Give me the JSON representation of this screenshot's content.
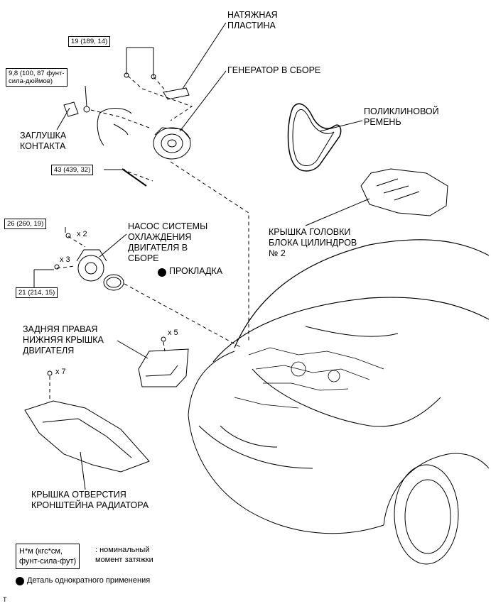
{
  "labels": {
    "tension_plate": "НАТЯЖНАЯ\nПЛАСТИНА",
    "alternator": "ГЕНЕРАТОР В СБОРЕ",
    "contact_plug": "ЗАГЛУШКА\nКОНТАКТА",
    "v_belt": "ПОЛИКЛИНОВОЙ\nРЕМЕНЬ",
    "head_cover": "КРЫШКА ГОЛОВКИ\nБЛОКА ЦИЛИНДРОВ\n№ 2",
    "water_pump": "НАСОС СИСТЕМЫ\nОХЛАЖДЕНИЯ\nДВИГАТЕЛЯ В\nСБОРЕ",
    "gasket": "ПРОКЛАДКА",
    "rear_cover": "ЗАДНЯЯ ПРАВАЯ\nНИЖНЯЯ КРЫШКА\nДВИГАТЕЛЯ",
    "radiator_cover": "КРЫШКА ОТВЕРСТИЯ\nКРОНШТЕЙНА РАДИАТОРА"
  },
  "torques": {
    "t1": "19 (189, 14)",
    "t2": "9,8 (100, 87 фунт-\nсила-дюймов)",
    "t3": "43 (439, 32)",
    "t4": "26 (260, 19)",
    "t5": "21 (214, 15)"
  },
  "quantities": {
    "q1": "x 2",
    "q2": "x 3",
    "q3": "x 5",
    "q4": "x 7"
  },
  "legend": {
    "unit_box": "Н*м (кгс*см,\nфунт-сила-фут)",
    "unit_desc": ": номинальный\nмомент затяжки",
    "single_use": "Деталь однократного применения"
  },
  "corner_mark": "T"
}
